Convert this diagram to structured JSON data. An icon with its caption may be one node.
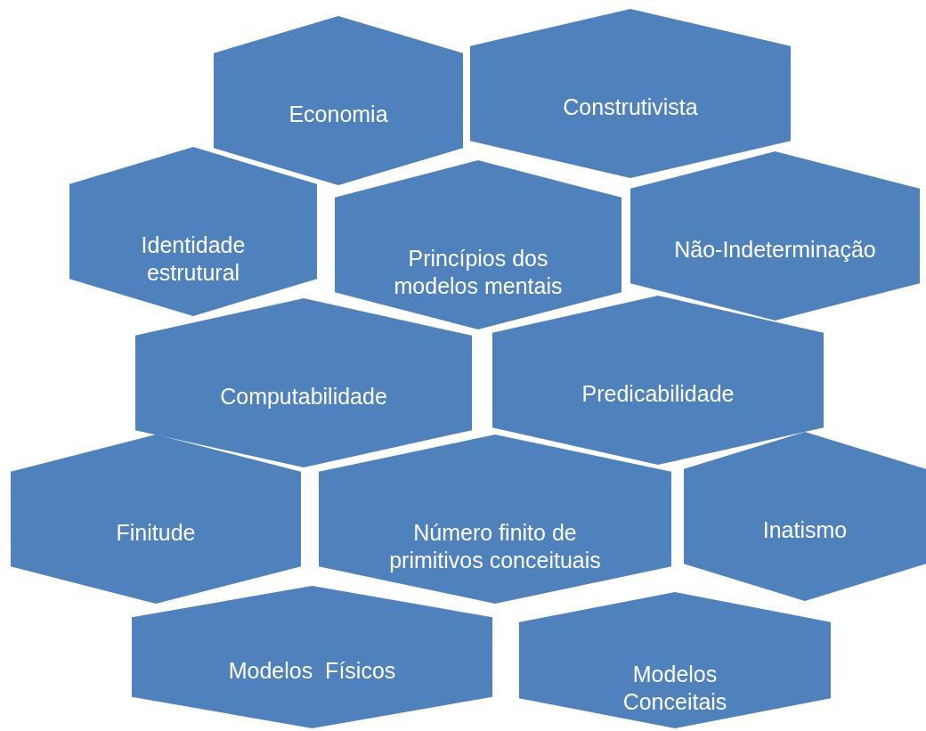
{
  "diagram": {
    "nodes": [
      {
        "text": [
          "Economia"
        ]
      },
      {
        "text": [
          "Construtivista"
        ]
      },
      {
        "text": [
          "Identidade estrutural"
        ]
      },
      {
        "text": [
          "Princípios dos modelos mentais"
        ]
      },
      {
        "text": [
          "Não-Indeterminação"
        ]
      },
      {
        "text": [
          "Computabilidade"
        ]
      },
      {
        "text": [
          "Predicabilidade"
        ]
      },
      {
        "text": [
          "Finitude"
        ]
      },
      {
        "text": [
          "Número finito de primitivos conceituais"
        ]
      },
      {
        "text": [
          "Inatismo"
        ]
      },
      {
        "text": [
          "Modelos  Físicos"
        ]
      },
      {
        "text": [
          "Modelos Conceitais"
        ]
      }
    ]
  }
}
